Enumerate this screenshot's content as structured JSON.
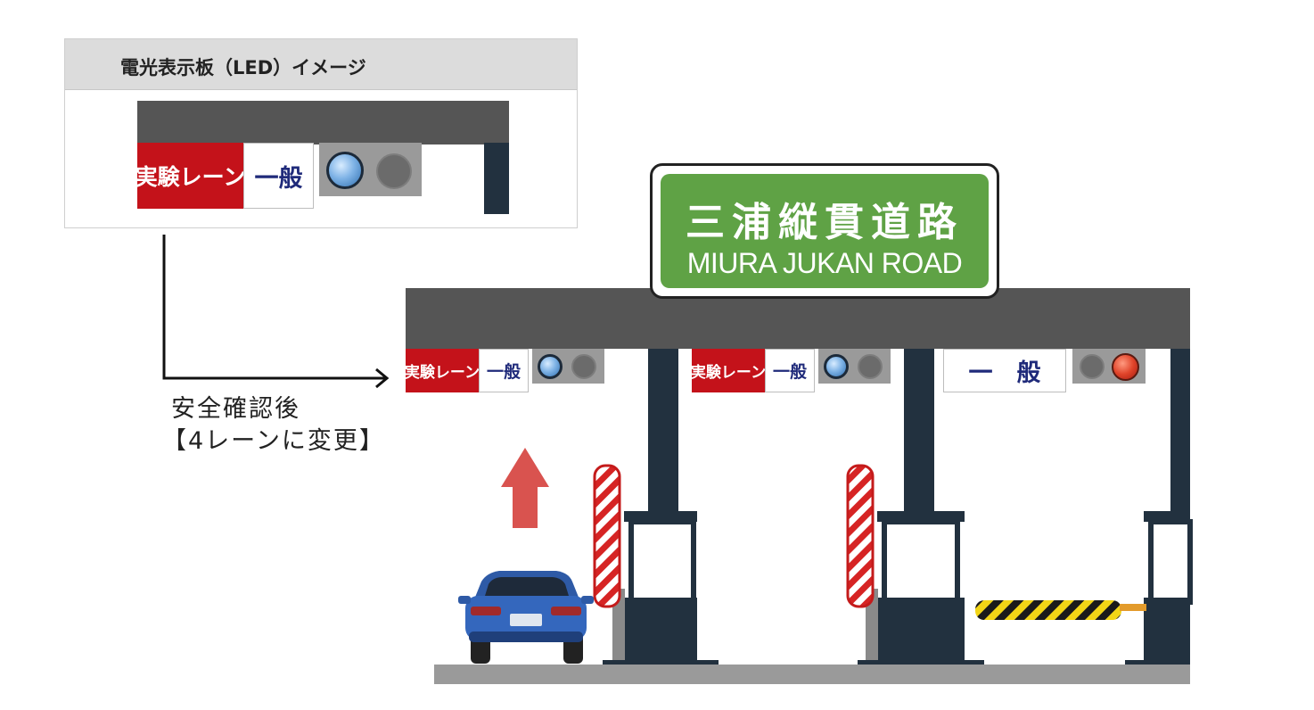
{
  "led_panel": {
    "title": "電光表示板（LED）イメージ",
    "experiment_lane_label": "実験レーン",
    "general_label": "一般",
    "lamps": [
      "blue",
      "off"
    ]
  },
  "note": {
    "line1": "安全確認後",
    "line2": "【4レーンに変更】"
  },
  "road_sign": {
    "japanese": "三浦縦貫道路",
    "english": "MIURA JUKAN ROAD",
    "color": "#5fa245"
  },
  "lanes": [
    {
      "experiment_label": "実験レーン",
      "general_label": "一般",
      "lamps": [
        "blue",
        "off"
      ]
    },
    {
      "experiment_label": "実験レーン",
      "general_label": "一般",
      "lamps": [
        "blue",
        "off"
      ]
    },
    {
      "general_label": "一　般",
      "lamps": [
        "off",
        "red"
      ]
    }
  ],
  "colors": {
    "experiment_red": "#c4121a",
    "general_text": "#1f2a7a",
    "arrow_red": "#d9534f",
    "structure": "#22313f",
    "canopy": "#555555"
  }
}
